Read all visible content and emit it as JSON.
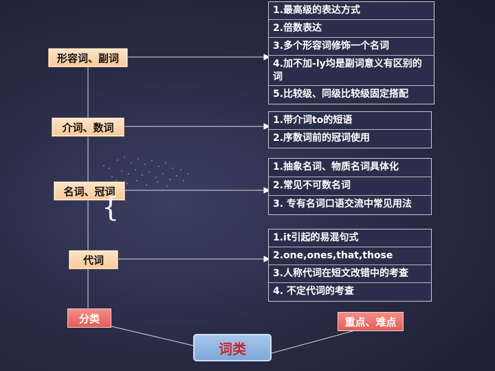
{
  "root": {
    "label": "词类"
  },
  "classification": {
    "label": "分类"
  },
  "key_points": {
    "label": "重点、难点"
  },
  "brace": "{",
  "categories": [
    {
      "label": "形容词、副词",
      "items": [
        "1.最高级的表达方式",
        "2.倍数表达",
        "3.多个形容词修饰一个名词",
        "4.加不加-ly均是副词意义有区别的词",
        "5.比较级、同级比较级固定搭配"
      ]
    },
    {
      "label": "介词、数词",
      "items": [
        "1.带介词to的短语",
        "2.序数词前的冠词使用"
      ]
    },
    {
      "label": "名词、冠词",
      "items": [
        "1.抽象名词、物质名词具体化",
        "2.常见不可数名词",
        "3. 专有名词口语交流中常见用法"
      ]
    },
    {
      "label": "代词",
      "items": [
        "1.it引起的易混句式",
        "2.one,ones,that,those",
        "3.人称代词在短文改错中的考查",
        "4. 不定代词的考查"
      ]
    }
  ],
  "colors": {
    "category_fill": "#f8c895",
    "highlight_fill": "#e15f58",
    "root_fill": "#7ea7d9",
    "root_text": "#c62828",
    "background": "#2a2c47"
  }
}
